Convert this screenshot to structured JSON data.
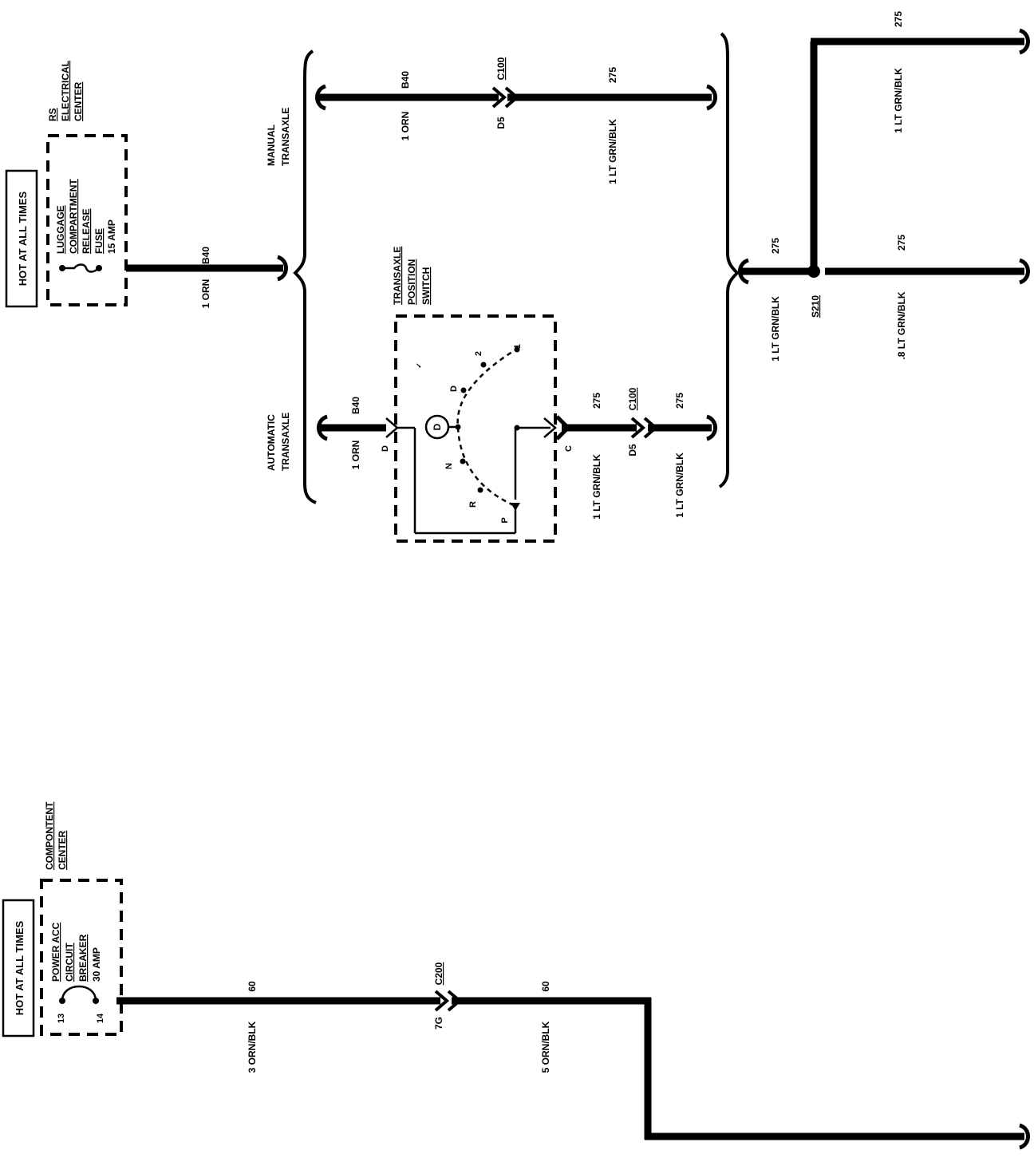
{
  "colors": {
    "ink": "#000000",
    "paper": "#ffffff"
  },
  "top_circuit": {
    "power_box": "HOT AT ALL TIMES",
    "rs_center": [
      "RS",
      "ELECTRICAL",
      "CENTER"
    ],
    "fuse": [
      "LUGGAGE",
      "COMPARTMENT",
      "RELEASE",
      "FUSE",
      "15 AMP"
    ],
    "wire_in": {
      "circuit": "B40",
      "wire": "1 ORN"
    },
    "manual": {
      "label": [
        "MANUAL",
        "TRANSAXLE"
      ],
      "left_circuit": "B40",
      "left_wire": "1 ORN",
      "connector": "C100",
      "pin": "D5",
      "right_circuit": "275",
      "right_wire": "1 LT GRN/BLK"
    },
    "automatic": {
      "label": [
        "AUTOMATIC",
        "TRANSAXLE"
      ],
      "left_circuit": "B40",
      "left_wire": "1 ORN",
      "switch_title": [
        "TRANSAXLE",
        "POSITION",
        "SWITCH"
      ],
      "pin_in": "D",
      "pin_out": "C",
      "selected": "D",
      "out_circuit": "275",
      "out_wire": "1 LT GRN/BLK",
      "connector": "C100",
      "pin": "D5",
      "after_circuit": "275",
      "after_wire": "1 LT GRN/BLK",
      "positions": [
        "1",
        "2",
        "D",
        "D",
        "N",
        "R",
        "P"
      ],
      "small_mark": "✓"
    },
    "splice": {
      "id": "S210",
      "in_circuit": "275",
      "in_wire": "1 LT GRN/BLK",
      "upper_circuit": "275",
      "upper_wire": "1 LT GRN/BLK",
      "lower_circuit": "275",
      "lower_wire": ".8 LT GRN/BLK"
    }
  },
  "bottom_circuit": {
    "power_box": "HOT AT ALL TIMES",
    "center": [
      "COMPONTENT",
      "CENTER"
    ],
    "breaker": [
      "POWER ACC",
      "CIRCUIT",
      "BREAKER",
      "30 AMP"
    ],
    "terminals": [
      "13",
      "14"
    ],
    "wire1": {
      "circuit": "60",
      "wire": "3 ORN/BLK"
    },
    "connector": "C200",
    "pin": "7G",
    "wire2": {
      "circuit": "60",
      "wire": "5 ORN/BLK"
    }
  }
}
